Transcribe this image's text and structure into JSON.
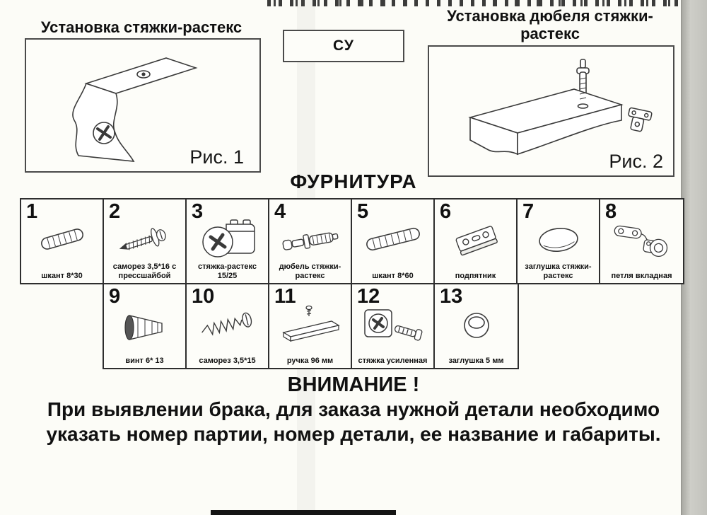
{
  "figure1": {
    "title": "Установка стяжки-растекс",
    "caption": "Рис. 1"
  },
  "center_box": {
    "label": "СУ"
  },
  "figure2": {
    "title": "Установка дюбеля стяжки-растекс",
    "caption": "Рис. 2"
  },
  "hardware": {
    "title": "ФУРНИТУРА",
    "items": [
      {
        "num": "1",
        "label": "шкант 8*30"
      },
      {
        "num": "2",
        "label": "саморез 3,5*16 с прессшайбой"
      },
      {
        "num": "3",
        "label": "стяжка-растекс 15/25"
      },
      {
        "num": "4",
        "label": "дюбель стяжки-растекс"
      },
      {
        "num": "5",
        "label": "шкант 8*60"
      },
      {
        "num": "6",
        "label": "подпятник"
      },
      {
        "num": "7",
        "label": "заглушка стяжки-растекс"
      },
      {
        "num": "8",
        "label": "петля вкладная"
      },
      {
        "num": "9",
        "label": "винт 6* 13"
      },
      {
        "num": "10",
        "label": "саморез 3,5*15"
      },
      {
        "num": "11",
        "label": "ручка 96 мм"
      },
      {
        "num": "12",
        "label": "стяжка усиленная"
      },
      {
        "num": "13",
        "label": "заглушка 5 мм"
      }
    ]
  },
  "notice": {
    "title": "ВНИМАНИЕ !",
    "line1": "При выявлении брака, для заказа нужной детали необходимо",
    "line2": "указать номер партии, номер детали, ее название и габариты."
  }
}
